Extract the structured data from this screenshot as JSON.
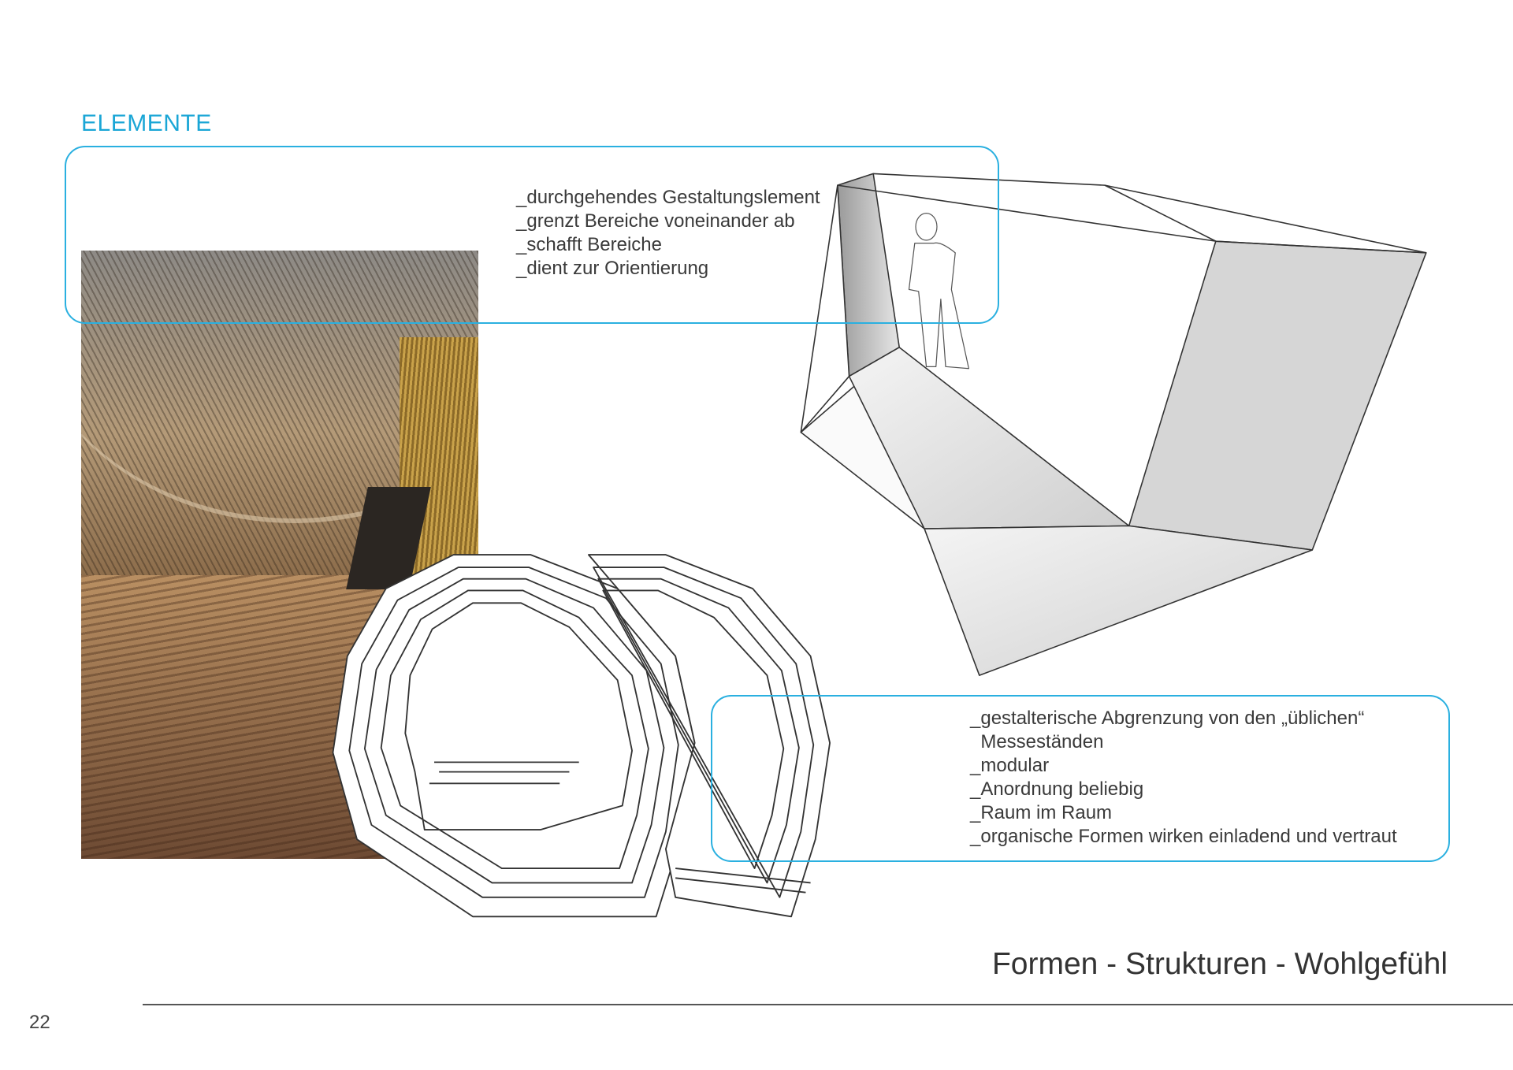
{
  "heading": "ELEMENTE",
  "box1_lines": "_durchgehendes Gestaltungslement\n_grenzt Bereiche voneinander ab\n_schafft Bereiche\n_dient zur Orientierung",
  "box2_lines": "_gestalterische Abgrenzung von den „üblichen“\n  Messeständen\n_modular\n_Anordnung beliebig\n_Raum im Raum\n_organische Formen wirken einladend und vertraut",
  "footer_title": "Formen - Strukturen - Wohlgefühl",
  "page_number": "22",
  "colors": {
    "accent": "#2ab0e0",
    "text": "#333333"
  }
}
